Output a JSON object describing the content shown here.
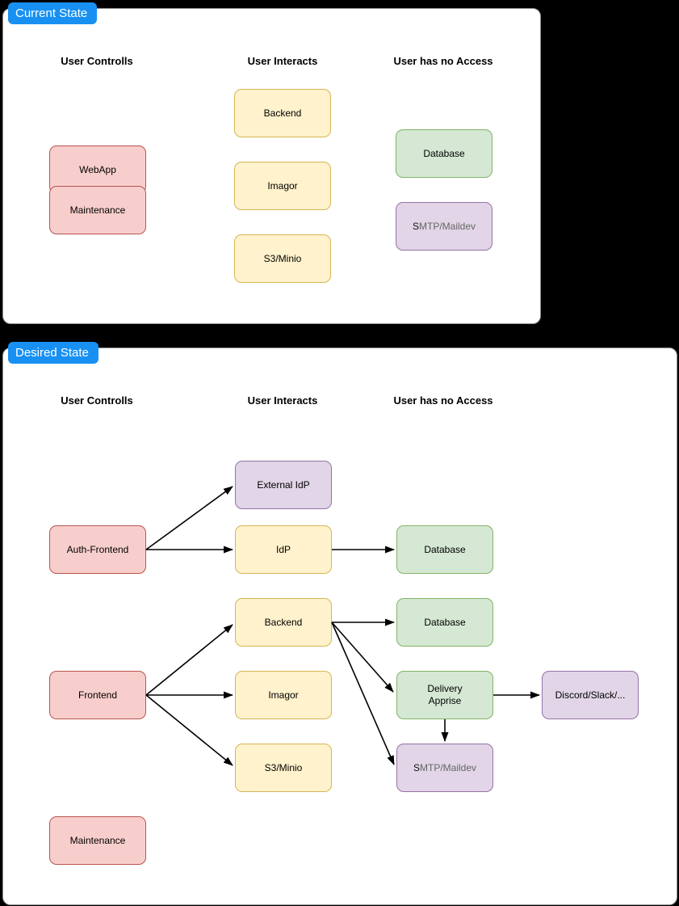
{
  "palette": {
    "background": "#000000",
    "panel_fill": "#ffffff",
    "panel_stroke": "#919191",
    "tab_fill": "#1890f2",
    "tab_text": "#ffffff",
    "red_fill": "#f8cecc",
    "red_stroke": "#b85450",
    "yellow_fill": "#fff2cc",
    "yellow_stroke": "#d6b656",
    "green_fill": "#d5e8d4",
    "green_stroke": "#82b366",
    "purple_fill": "#e1d5e7",
    "purple_stroke": "#9673a6",
    "edge_color": "#000000",
    "muted_text": "#666666"
  },
  "current": {
    "tab": "Current State",
    "headers": {
      "controls": "User Controlls",
      "interacts": "User Interacts",
      "no_access": "User has no Access"
    },
    "nodes": {
      "webapp": "WebApp",
      "maintenance": "Maintenance",
      "backend": "Backend",
      "imagor": "Imagor",
      "s3minio": "S3/Minio",
      "database": "Database",
      "smtp_prefix": "S",
      "smtp_rest": "MTP/Maildev"
    },
    "edges": []
  },
  "desired": {
    "tab": "Desired State",
    "headers": {
      "controls": "User Controlls",
      "interacts": "User Interacts",
      "no_access": "User has no Access"
    },
    "nodes": {
      "auth_frontend": "Auth-Frontend",
      "external_idp": "External IdP",
      "idp": "IdP",
      "database_idp": "Database",
      "frontend": "Frontend",
      "backend": "Backend",
      "imagor": "Imagor",
      "s3minio": "S3/Minio",
      "database_backend": "Database",
      "delivery_line1": "Delivery",
      "delivery_line2": "Apprise",
      "discord": "Discord/Slack/...",
      "smtp_prefix": "S",
      "smtp_rest": "MTP/Maildev",
      "maintenance": "Maintenance"
    },
    "edges": [
      {
        "from": "Auth-Frontend",
        "to": "External IdP"
      },
      {
        "from": "Auth-Frontend",
        "to": "IdP"
      },
      {
        "from": "IdP",
        "to": "Database"
      },
      {
        "from": "Frontend",
        "to": "Backend"
      },
      {
        "from": "Frontend",
        "to": "Imagor"
      },
      {
        "from": "Frontend",
        "to": "S3/Minio"
      },
      {
        "from": "Backend",
        "to": "Database"
      },
      {
        "from": "Backend",
        "to": "Delivery Apprise"
      },
      {
        "from": "Backend",
        "to": "SMTP/Maildev"
      },
      {
        "from": "Delivery Apprise",
        "to": "Discord/Slack/..."
      },
      {
        "from": "Delivery Apprise",
        "to": "SMTP/Maildev"
      }
    ]
  }
}
